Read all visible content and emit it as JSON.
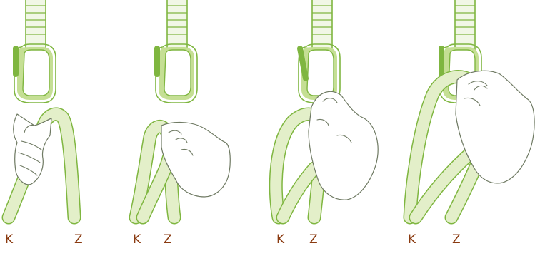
{
  "colors": {
    "outline": "#7fb640",
    "rope_light": "#e3efc9",
    "carabiner_fill": "#c5df94",
    "gate_dark": "#7fb640",
    "sling": "#f1f7e6",
    "skin": "#ffffff",
    "skin_line": "#6f7a63",
    "label": "#8a3a10"
  },
  "steps": [
    {
      "labels": [
        "K",
        "Z"
      ]
    },
    {
      "labels": [
        "K",
        "Z"
      ]
    },
    {
      "labels": [
        "K",
        "Z"
      ]
    },
    {
      "labels": [
        "K",
        "Z"
      ]
    }
  ]
}
